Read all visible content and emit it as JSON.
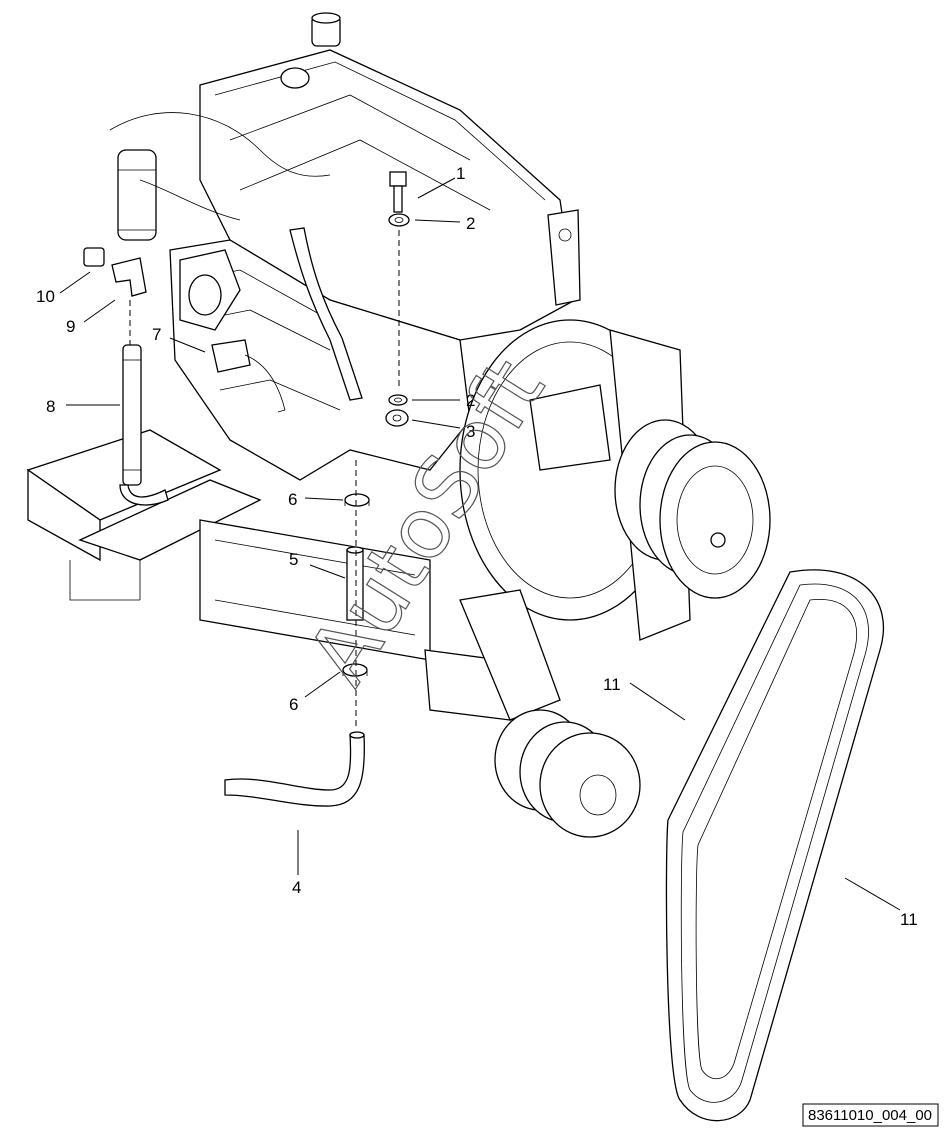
{
  "callouts": [
    {
      "id": "1",
      "label": "1"
    },
    {
      "id": "2a",
      "label": "2"
    },
    {
      "id": "2b",
      "label": "2"
    },
    {
      "id": "3",
      "label": "3"
    },
    {
      "id": "4",
      "label": "4"
    },
    {
      "id": "5",
      "label": "5"
    },
    {
      "id": "6a",
      "label": "6"
    },
    {
      "id": "6b",
      "label": "6"
    },
    {
      "id": "7",
      "label": "7"
    },
    {
      "id": "8",
      "label": "8"
    },
    {
      "id": "9",
      "label": "9"
    },
    {
      "id": "10",
      "label": "10"
    },
    {
      "id": "11a",
      "label": "11"
    },
    {
      "id": "11b",
      "label": "11"
    }
  ],
  "watermark": "AutoSoft",
  "reference_code": "83611010_004_00"
}
